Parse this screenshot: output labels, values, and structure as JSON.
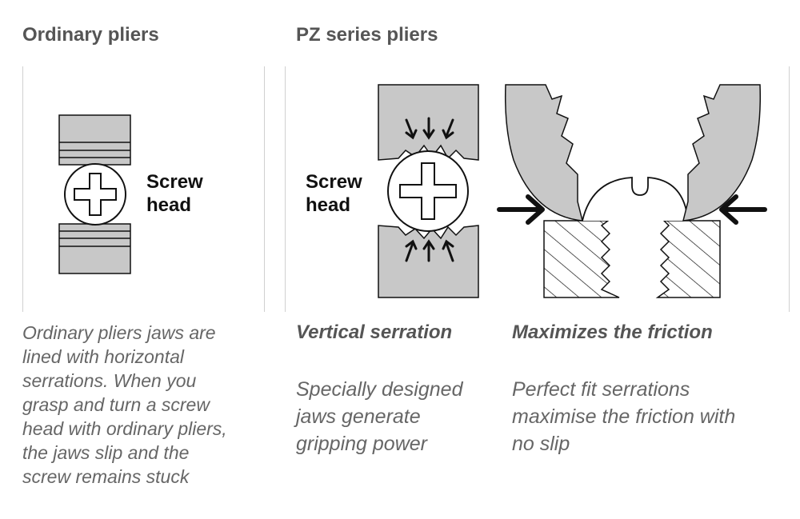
{
  "ordinary": {
    "title": "Ordinary pliers",
    "label_line1": "Screw",
    "label_line2": "head",
    "caption_lines": [
      "Ordinary pliers jaws are",
      "lined with horizontal",
      "serrations. When you",
      "grasp and turn a screw",
      "head with ordinary pliers,",
      "the jaws slip and the",
      "screw remains stuck"
    ]
  },
  "pz": {
    "title": "PZ series pliers",
    "label_line1": "Screw",
    "label_line2": "head",
    "vertical": {
      "title": "Vertical serration",
      "caption_lines": [
        "Specially designed",
        "jaws generate",
        "gripping power"
      ]
    },
    "friction": {
      "title": "Maximizes the friction",
      "caption_lines": [
        "Perfect fit serrations",
        "maximise the friction with",
        "no slip"
      ]
    }
  },
  "colors": {
    "jaw_fill": "#c8c8c8",
    "outline": "#111111",
    "text": "#555555",
    "caption": "#666666"
  }
}
